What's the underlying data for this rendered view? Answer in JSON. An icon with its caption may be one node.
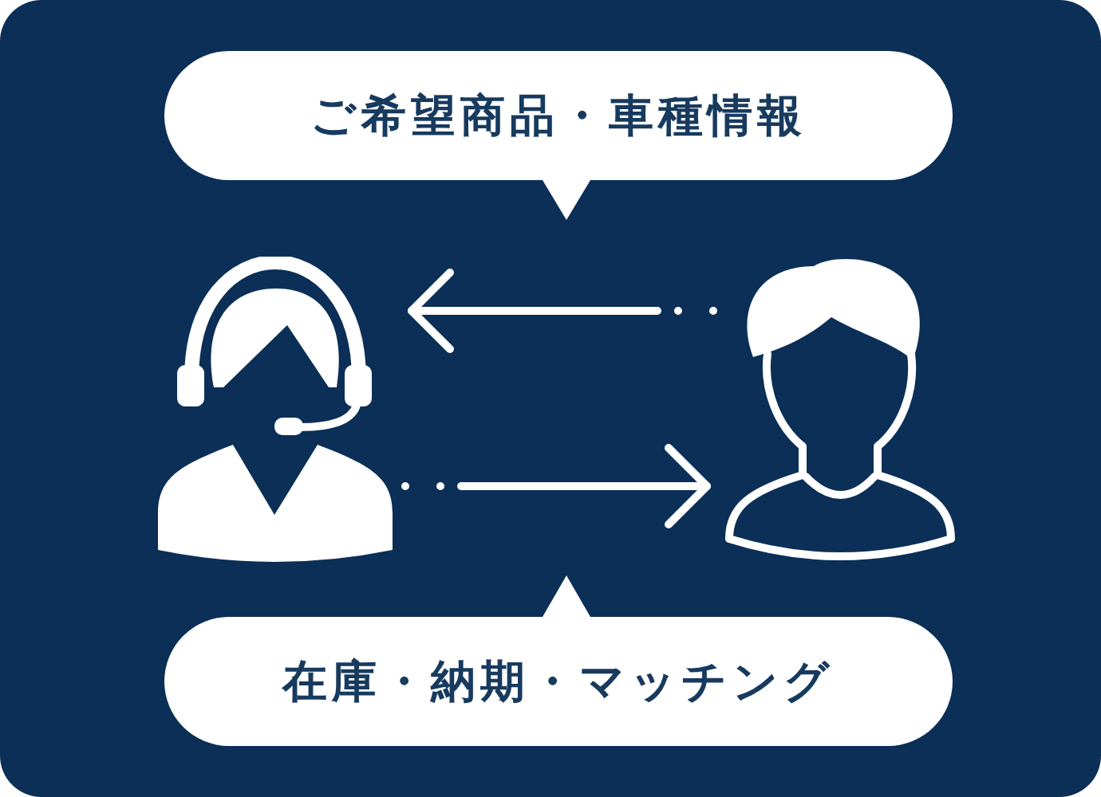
{
  "diagram": {
    "nodes": [
      {
        "text": [
          "ご希望商品・車種情報"
        ]
      },
      {
        "text": [],
        "shape": "person"
      },
      {
        "text": [],
        "shape": "person"
      },
      {
        "text": [
          "在庫・納期・マッチング"
        ]
      }
    ],
    "edges": [
      {
        "from": 2,
        "to": 1,
        "arrow": "to"
      },
      {
        "from": 1,
        "to": 2,
        "arrow": "to"
      }
    ]
  }
}
